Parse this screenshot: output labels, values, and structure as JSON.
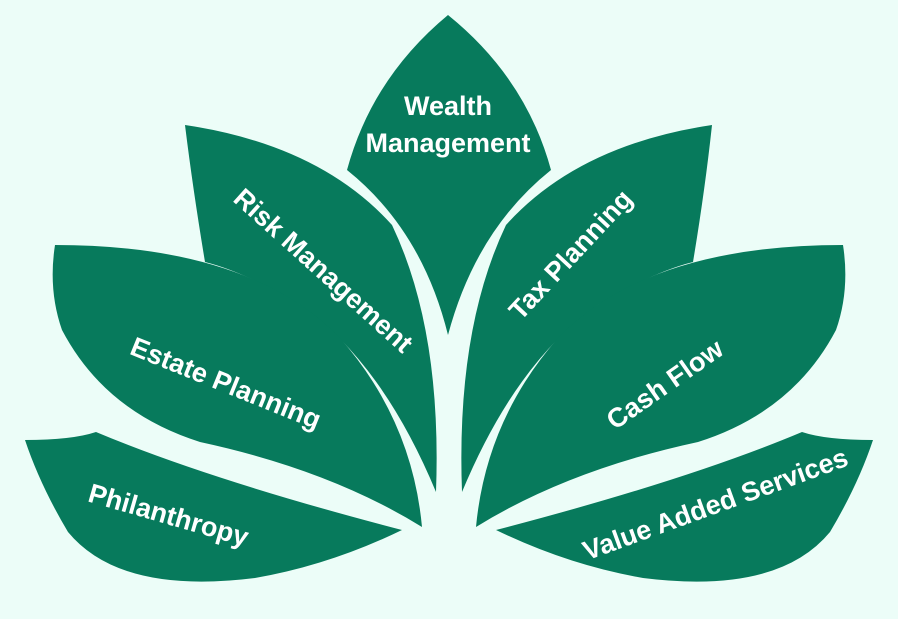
{
  "colors": {
    "background": "#ecfdf8",
    "petal": "#077a5c",
    "text": "#ffffff"
  },
  "petals": {
    "wealth": {
      "line1": "Wealth",
      "line2": "Management"
    },
    "risk": "Risk Management",
    "tax": "Tax Planning",
    "estate": "Estate Planning",
    "cash": "Cash Flow",
    "philanthropy": "Philanthropy",
    "value": "Value Added Services"
  }
}
